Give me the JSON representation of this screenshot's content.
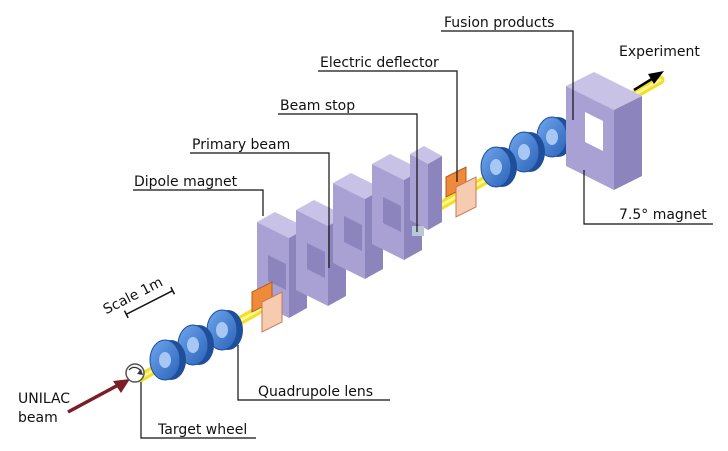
{
  "labels": {
    "fusion_products": "Fusion products",
    "experiment": "Experiment",
    "electric_deflector": "Electric deflector",
    "beam_stop": "Beam stop",
    "primary_beam": "Primary beam",
    "dipole_magnet": "Dipole magnet",
    "magnet_75": "7.5° magnet",
    "scale": "Scale 1m",
    "unilac_beam_line1": "UNILAC",
    "unilac_beam_line2": "beam",
    "quadrupole_lens": "Quadrupole lens",
    "target_wheel": "Target wheel"
  },
  "colors": {
    "magnet_top": "#c8c2e6",
    "magnet_front": "#a9a1d4",
    "magnet_side": "#8c84bc",
    "lens_blue": "#3c7ed8",
    "lens_dark": "#1f4f9a",
    "beam_yellow": "#f5e020",
    "primary_red": "#c0282e",
    "deflector_orange": "#ee8a3a",
    "unilac_arrow": "#7a1f26"
  }
}
